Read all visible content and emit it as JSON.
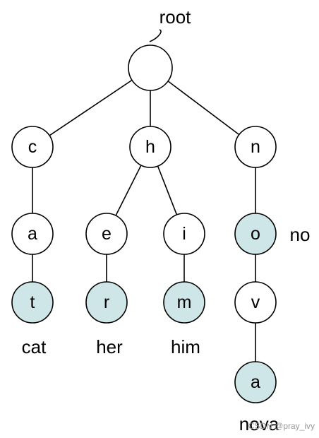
{
  "root_label": "root",
  "colors": {
    "node_fill": "#ffffff",
    "terminal_fill": "#cfe6e8",
    "stroke": "#000000",
    "watermark": "#9a9a9a"
  },
  "nodes": [
    {
      "id": "root",
      "label": "",
      "terminal": false
    },
    {
      "id": "c",
      "label": "c",
      "terminal": false
    },
    {
      "id": "h",
      "label": "h",
      "terminal": false
    },
    {
      "id": "n",
      "label": "n",
      "terminal": false
    },
    {
      "id": "ca",
      "label": "a",
      "terminal": false
    },
    {
      "id": "he",
      "label": "e",
      "terminal": false
    },
    {
      "id": "hi",
      "label": "i",
      "terminal": false
    },
    {
      "id": "no",
      "label": "o",
      "terminal": true
    },
    {
      "id": "cat",
      "label": "t",
      "terminal": true
    },
    {
      "id": "her",
      "label": "r",
      "terminal": true
    },
    {
      "id": "him",
      "label": "m",
      "terminal": true
    },
    {
      "id": "nov",
      "label": "v",
      "terminal": false
    },
    {
      "id": "nova",
      "label": "a",
      "terminal": true
    }
  ],
  "edges": [
    [
      "root",
      "c"
    ],
    [
      "root",
      "h"
    ],
    [
      "root",
      "n"
    ],
    [
      "c",
      "ca"
    ],
    [
      "ca",
      "cat"
    ],
    [
      "h",
      "he"
    ],
    [
      "he",
      "her"
    ],
    [
      "h",
      "hi"
    ],
    [
      "hi",
      "him"
    ],
    [
      "n",
      "no"
    ],
    [
      "no",
      "nov"
    ],
    [
      "nov",
      "nova"
    ]
  ],
  "words": [
    {
      "node": "cat",
      "text": "cat"
    },
    {
      "node": "her",
      "text": "her"
    },
    {
      "node": "him",
      "text": "him"
    },
    {
      "node": "no",
      "text": "no"
    },
    {
      "node": "nova",
      "text": "nova"
    }
  ],
  "watermark": "CSDN @pray_ivy"
}
